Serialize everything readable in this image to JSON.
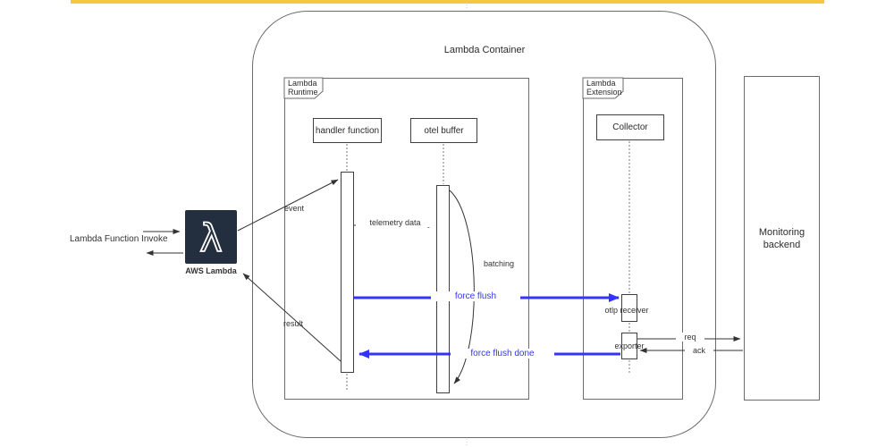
{
  "colors": {
    "top_strip": "#F5C642",
    "message_blue": "#3333FF",
    "aws_navy": "#232F3E",
    "frame_border": "#6b6b6b"
  },
  "container": {
    "title": "Lambda Container"
  },
  "frames": {
    "runtime": {
      "line1": "Lambda",
      "line2": "Runtime"
    },
    "extension": {
      "line1": "Lambda",
      "line2": "Extension"
    }
  },
  "left": {
    "invoke_label": "Lambda Function Invoke",
    "aws_icon_glyph": "λ",
    "aws_label": "AWS Lambda"
  },
  "participants": {
    "handler": "handler function",
    "otel_buffer": "otel buffer",
    "collector": "Collector",
    "otlp_receiver": "otlp receiver",
    "exporter": "exporter"
  },
  "backend": {
    "line1": "Monitoring",
    "line2": "backend"
  },
  "messages": {
    "event": "event",
    "telemetry_data": "telemetry data",
    "batching": "batching",
    "force_flush": "force flush",
    "force_flush_done": "force flush done",
    "result": "result",
    "req": "req",
    "ack": "ack"
  }
}
